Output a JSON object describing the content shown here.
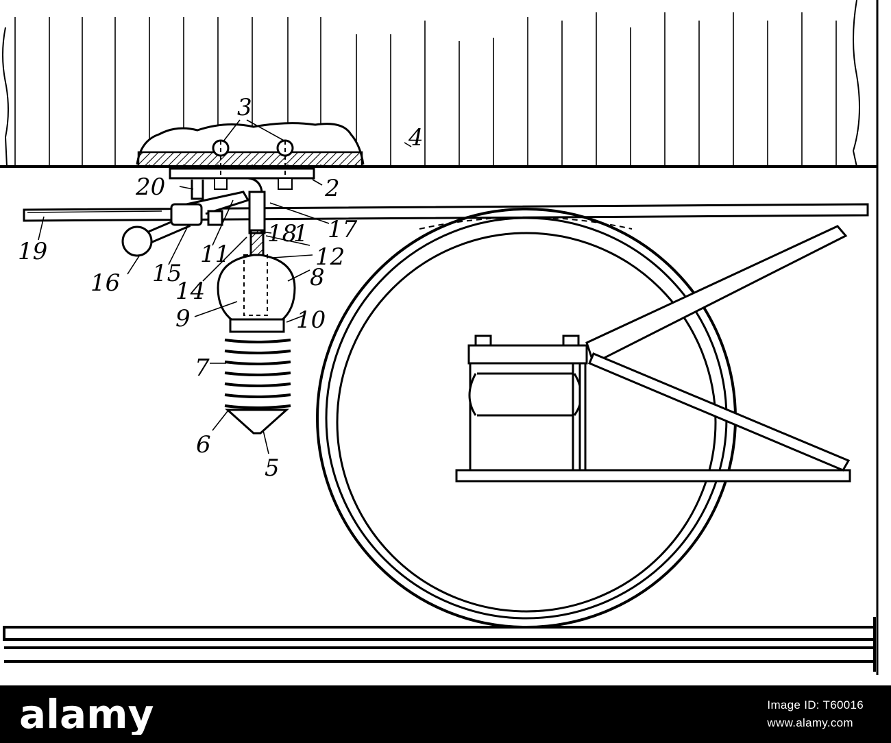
{
  "labels": [
    "3",
    "4",
    "2",
    "20",
    "17",
    "1",
    "12",
    "18",
    "19",
    "16",
    "15",
    "11",
    "14",
    "8",
    "9",
    "10",
    "7",
    "6",
    "5"
  ],
  "watermark": {
    "brand": "alamy",
    "image_id_line": "Image ID: T60016",
    "site_line": "www.alamy.com"
  },
  "colors": {
    "ink": "#000000",
    "paper": "#ffffff",
    "footer": "#000000"
  },
  "icons": [
    "alamy-logo"
  ]
}
